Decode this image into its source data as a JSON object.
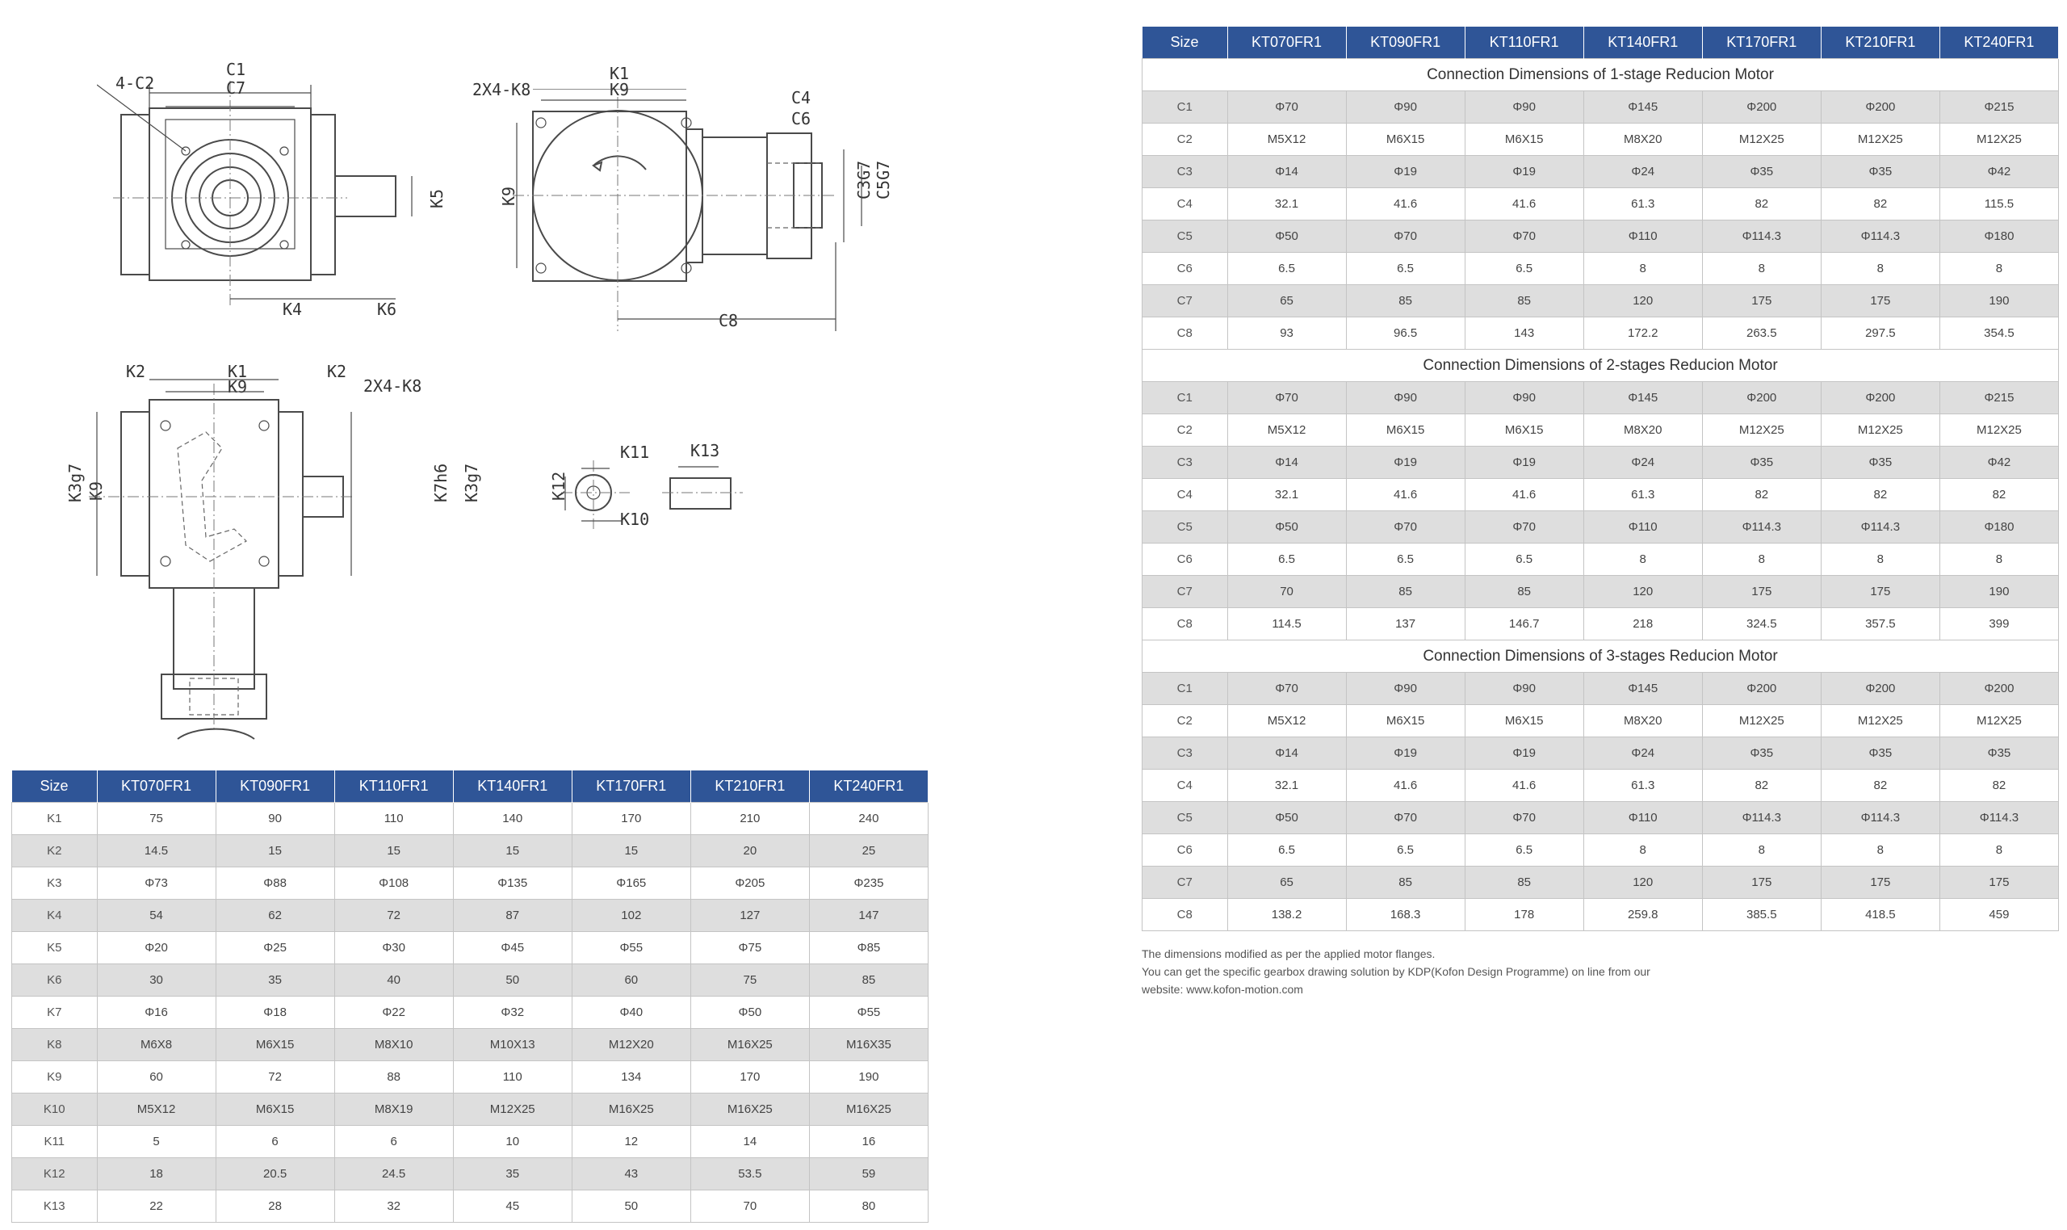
{
  "columns": [
    "Size",
    "KT070FR1",
    "KT090FR1",
    "KT110FR1",
    "KT140FR1",
    "KT170FR1",
    "KT210FR1",
    "KT240FR1"
  ],
  "drawing_labels": {
    "c_4": "4-C2",
    "c1": "C1",
    "c7": "C7",
    "k4": "K4",
    "k6": "K6",
    "k5": "K5",
    "c_2x4": "2X4-K8",
    "k1": "K1",
    "k9": "K9",
    "c4": "C4",
    "c6": "C6",
    "c3g7": "C3G7",
    "c5g7": "C5G7",
    "c8": "C8",
    "k2a": "K2",
    "k2b": "K2",
    "k1b": "K1",
    "k9b": "K9",
    "c_2x4b": "2X4-K8",
    "k3g7a": "K3g7",
    "k9c": "K9",
    "k7h6": "K7h6",
    "k3g7b": "K3g7",
    "k11": "K11",
    "k12": "K12",
    "k10": "K10",
    "k13": "K13"
  },
  "k_table": {
    "rows": [
      {
        "label": "K1",
        "values": [
          "75",
          "90",
          "110",
          "140",
          "170",
          "210",
          "240"
        ]
      },
      {
        "label": "K2",
        "values": [
          "14.5",
          "15",
          "15",
          "15",
          "15",
          "20",
          "25"
        ]
      },
      {
        "label": "K3",
        "values": [
          "Φ73",
          "Φ88",
          "Φ108",
          "Φ135",
          "Φ165",
          "Φ205",
          "Φ235"
        ]
      },
      {
        "label": "K4",
        "values": [
          "54",
          "62",
          "72",
          "87",
          "102",
          "127",
          "147"
        ]
      },
      {
        "label": "K5",
        "values": [
          "Φ20",
          "Φ25",
          "Φ30",
          "Φ45",
          "Φ55",
          "Φ75",
          "Φ85"
        ]
      },
      {
        "label": "K6",
        "values": [
          "30",
          "35",
          "40",
          "50",
          "60",
          "75",
          "85"
        ]
      },
      {
        "label": "K7",
        "values": [
          "Φ16",
          "Φ18",
          "Φ22",
          "Φ32",
          "Φ40",
          "Φ50",
          "Φ55"
        ]
      },
      {
        "label": "K8",
        "values": [
          "M6X8",
          "M6X15",
          "M8X10",
          "M10X13",
          "M12X20",
          "M16X25",
          "M16X35"
        ]
      },
      {
        "label": "K9",
        "values": [
          "60",
          "72",
          "88",
          "110",
          "134",
          "170",
          "190"
        ]
      },
      {
        "label": "K10",
        "values": [
          "M5X12",
          "M6X15",
          "M8X19",
          "M12X25",
          "M16X25",
          "M16X25",
          "M16X25"
        ]
      },
      {
        "label": "K11",
        "values": [
          "5",
          "6",
          "6",
          "10",
          "12",
          "14",
          "16"
        ]
      },
      {
        "label": "K12",
        "values": [
          "18",
          "20.5",
          "24.5",
          "35",
          "43",
          "53.5",
          "59"
        ]
      },
      {
        "label": "K13",
        "values": [
          "22",
          "28",
          "32",
          "45",
          "50",
          "70",
          "80"
        ]
      }
    ]
  },
  "c_table": {
    "sections": [
      {
        "title": "Connection Dimensions of 1-stage Reducion Motor",
        "rows": [
          {
            "label": "C1",
            "values": [
              "Φ70",
              "Φ90",
              "Φ90",
              "Φ145",
              "Φ200",
              "Φ200",
              "Φ215"
            ]
          },
          {
            "label": "C2",
            "values": [
              "M5X12",
              "M6X15",
              "M6X15",
              "M8X20",
              "M12X25",
              "M12X25",
              "M12X25"
            ]
          },
          {
            "label": "C3",
            "values": [
              "Φ14",
              "Φ19",
              "Φ19",
              "Φ24",
              "Φ35",
              "Φ35",
              "Φ42"
            ]
          },
          {
            "label": "C4",
            "values": [
              "32.1",
              "41.6",
              "41.6",
              "61.3",
              "82",
              "82",
              "115.5"
            ]
          },
          {
            "label": "C5",
            "values": [
              "Φ50",
              "Φ70",
              "Φ70",
              "Φ110",
              "Φ114.3",
              "Φ114.3",
              "Φ180"
            ]
          },
          {
            "label": "C6",
            "values": [
              "6.5",
              "6.5",
              "6.5",
              "8",
              "8",
              "8",
              "8"
            ]
          },
          {
            "label": "C7",
            "values": [
              "65",
              "85",
              "85",
              "120",
              "175",
              "175",
              "190"
            ]
          },
          {
            "label": "C8",
            "values": [
              "93",
              "96.5",
              "143",
              "172.2",
              "263.5",
              "297.5",
              "354.5"
            ]
          }
        ]
      },
      {
        "title": "Connection Dimensions of 2-stages Reducion Motor",
        "rows": [
          {
            "label": "C1",
            "values": [
              "Φ70",
              "Φ90",
              "Φ90",
              "Φ145",
              "Φ200",
              "Φ200",
              "Φ215"
            ]
          },
          {
            "label": "C2",
            "values": [
              "M5X12",
              "M6X15",
              "M6X15",
              "M8X20",
              "M12X25",
              "M12X25",
              "M12X25"
            ]
          },
          {
            "label": "C3",
            "values": [
              "Φ14",
              "Φ19",
              "Φ19",
              "Φ24",
              "Φ35",
              "Φ35",
              "Φ42"
            ]
          },
          {
            "label": "C4",
            "values": [
              "32.1",
              "41.6",
              "41.6",
              "61.3",
              "82",
              "82",
              "82"
            ]
          },
          {
            "label": "C5",
            "values": [
              "Φ50",
              "Φ70",
              "Φ70",
              "Φ110",
              "Φ114.3",
              "Φ114.3",
              "Φ180"
            ]
          },
          {
            "label": "C6",
            "values": [
              "6.5",
              "6.5",
              "6.5",
              "8",
              "8",
              "8",
              "8"
            ]
          },
          {
            "label": "C7",
            "values": [
              "70",
              "85",
              "85",
              "120",
              "175",
              "175",
              "190"
            ]
          },
          {
            "label": "C8",
            "values": [
              "114.5",
              "137",
              "146.7",
              "218",
              "324.5",
              "357.5",
              "399"
            ]
          }
        ]
      },
      {
        "title": "Connection Dimensions of 3-stages Reducion Motor",
        "rows": [
          {
            "label": "C1",
            "values": [
              "Φ70",
              "Φ90",
              "Φ90",
              "Φ145",
              "Φ200",
              "Φ200",
              "Φ200"
            ]
          },
          {
            "label": "C2",
            "values": [
              "M5X12",
              "M6X15",
              "M6X15",
              "M8X20",
              "M12X25",
              "M12X25",
              "M12X25"
            ]
          },
          {
            "label": "C3",
            "values": [
              "Φ14",
              "Φ19",
              "Φ19",
              "Φ24",
              "Φ35",
              "Φ35",
              "Φ35"
            ]
          },
          {
            "label": "C4",
            "values": [
              "32.1",
              "41.6",
              "41.6",
              "61.3",
              "82",
              "82",
              "82"
            ]
          },
          {
            "label": "C5",
            "values": [
              "Φ50",
              "Φ70",
              "Φ70",
              "Φ110",
              "Φ114.3",
              "Φ114.3",
              "Φ114.3"
            ]
          },
          {
            "label": "C6",
            "values": [
              "6.5",
              "6.5",
              "6.5",
              "8",
              "8",
              "8",
              "8"
            ]
          },
          {
            "label": "C7",
            "values": [
              "65",
              "85",
              "85",
              "120",
              "175",
              "175",
              "175"
            ]
          },
          {
            "label": "C8",
            "values": [
              "138.2",
              "168.3",
              "178",
              "259.8",
              "385.5",
              "418.5",
              "459"
            ]
          }
        ]
      }
    ]
  },
  "notes": [
    "The dimensions modified as per the applied motor flanges.",
    "You can get the specific gearbox drawing solution by KDP(Kofon Design Programme) on line from our",
    "website: www.kofon-motion.com"
  ]
}
